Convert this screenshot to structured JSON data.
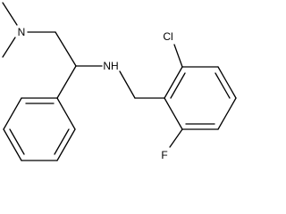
{
  "diagram": {
    "type": "structural-formula",
    "atom_labels": {
      "amine_n_dimethyl": "N",
      "amine_nh": "NH",
      "chloro": "Cl",
      "fluoro": "F"
    },
    "colors": {
      "bond": "#000000",
      "label": "#000000",
      "background": "#ffffff"
    }
  }
}
